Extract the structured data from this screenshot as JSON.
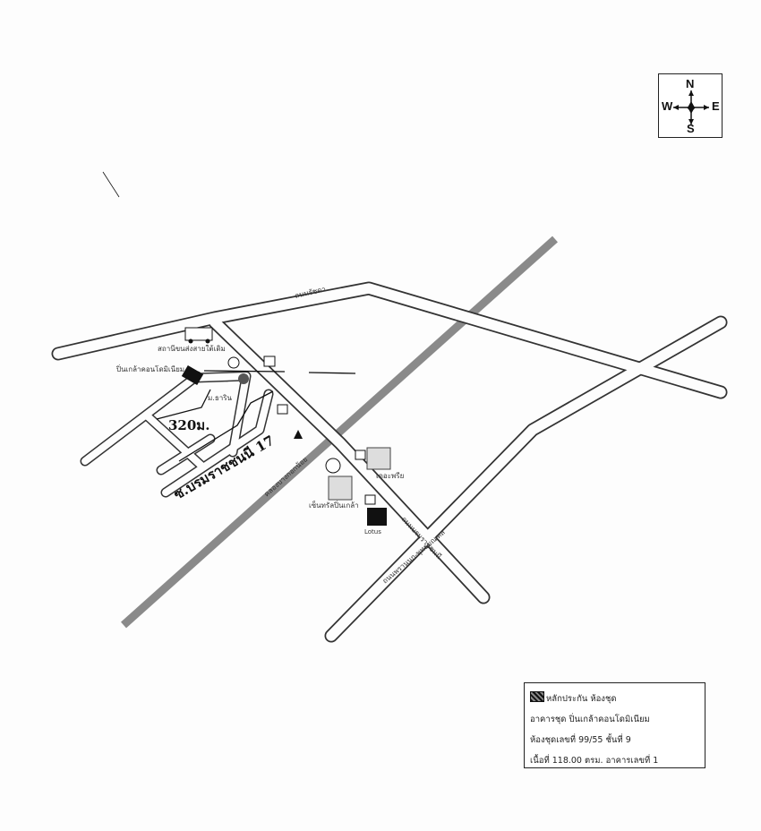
{
  "compass": {
    "north": "N",
    "south": "S",
    "west": "W",
    "east": "E"
  },
  "labels": {
    "road_top": "ถนนรัชดา",
    "place_top_left": "สถานีขนส่งสายใต้เดิม",
    "condo_label": "ปิ่นเกล้าคอนโดมิเนียม",
    "temple_label": "ม.ธาริน",
    "distance_label": "320ม.",
    "soi_label": "ซ.บรมราชชนนี 17",
    "road_mid": "คลองบางกอกน้อย",
    "building_right": "เดอะพรีย",
    "building_center": "เซ็นทรัลปิ่นเกล้า",
    "road_se_1": "ถนนบรมราชชนนี",
    "road_se_2": "ถนนพรานนก-พุทธมณฑล",
    "store_label": "Lotus"
  },
  "legend": {
    "line1": "หลักประกัน ห้องชุด",
    "line2": "อาคารชุด ปิ่นเกล้าคอนโดมิเนียม",
    "line3": "ห้องชุดเลขที่ 99/55 ชั้นที่ 9",
    "line4": "เนื้อที่ 118.00 ตรม. อาคารเลขที่ 1"
  },
  "colors": {
    "canal": "#8a8a8a",
    "road_edge": "#333333",
    "collateral": "#111111"
  }
}
